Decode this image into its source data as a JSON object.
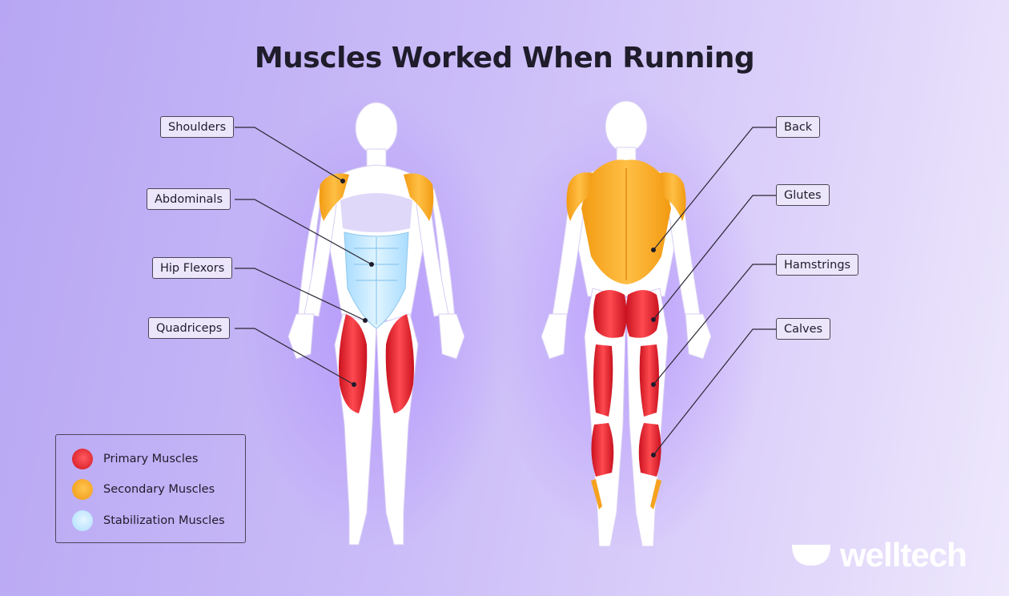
{
  "title": "Muscles Worked When Running",
  "callouts": {
    "shoulders": "Shoulders",
    "abdominals": "Abdominals",
    "hip_flexors": "Hip Flexors",
    "quadriceps": "Quadriceps",
    "back": "Back",
    "glutes": "Glutes",
    "hamstrings": "Hamstrings",
    "calves": "Calves"
  },
  "legend": [
    {
      "label": "Primary Muscles",
      "color": "#e8222f"
    },
    {
      "label": "Secondary Muscles",
      "color": "#f5a21f"
    },
    {
      "label": "Stabilization Muscles",
      "color": "#bfe8ff"
    }
  ],
  "colors": {
    "primary": "#e8222f",
    "secondary": "#f5a21f",
    "stabilization": "#bfe8ff",
    "body": "#ffffff",
    "line": "#2a2633"
  },
  "brand": {
    "name": "welltech",
    "icon": "bowl-logo-icon"
  }
}
